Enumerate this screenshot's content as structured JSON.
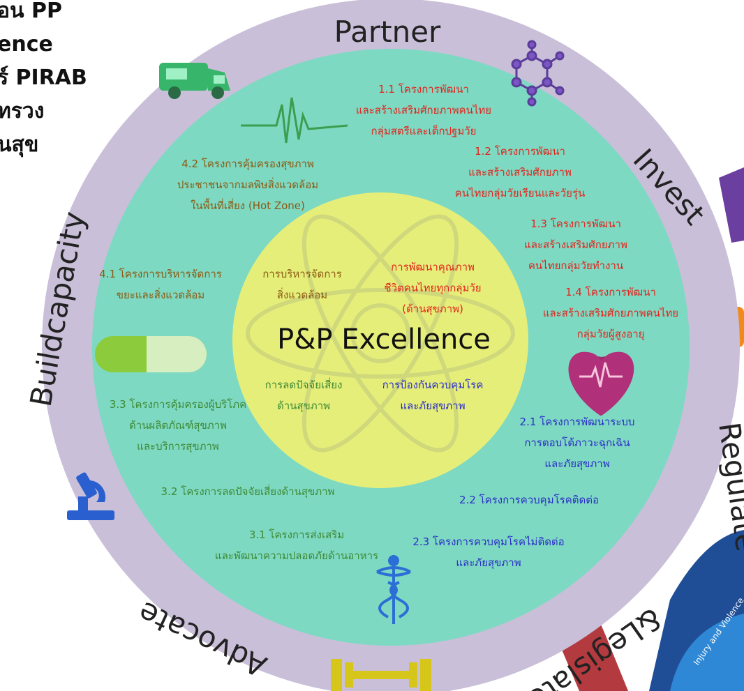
{
  "left_title": {
    "lines": [
      "อน PP",
      "ence",
      "ร์ PIRAB",
      "ทรวง",
      "นสุข"
    ]
  },
  "ring_labels": {
    "partner": "Partner",
    "invest": "Invest",
    "regulate": "Regulate&Legislate",
    "advocate": "Advocate",
    "build": "Buildcapacity"
  },
  "center": {
    "title": "P&P Excellence",
    "quadrants": {
      "env": [
        "การบริหารจัดการ",
        "สิ่งแวดล้อม"
      ],
      "quality": [
        "การพัฒนาคุณภาพ",
        "ชีวิตคนไทยทุกกลุ่มวัย",
        "(ด้านสุขภาพ)"
      ],
      "risk": [
        "การลดปัจจัยเสี่ยง",
        "ด้านสุขภาพ"
      ],
      "disease": [
        "การป้องกันควบคุมโรค",
        "และภัยสุขภาพ"
      ]
    }
  },
  "projects": {
    "p1_1": [
      "1.1 โครงการพัฒนา",
      "และสร้างเสริมศักยภาพคนไทย",
      "กลุ่มสตรีและเด็กปฐมวัย"
    ],
    "p1_2": [
      "1.2 โครงการพัฒนา",
      "และสร้างเสริมศักยภาพ",
      "คนไทยกลุ่มวัยเรียนและวัยรุ่น"
    ],
    "p1_3": [
      "1.3 โครงการพัฒนา",
      "และสร้างเสริมศักยภาพ",
      "คนไทยกลุ่มวัยทำงาน"
    ],
    "p1_4": [
      "1.4 โครงการพัฒนา",
      "และสร้างเสริมศักยภาพคนไทย",
      "กลุ่มวัยผู้สูงอายุ"
    ],
    "p2_1": [
      "2.1 โครงการพัฒนาระบบ",
      "การตอบโต้ภาวะฉุกเฉิน",
      "และภัยสุขภาพ"
    ],
    "p2_2": [
      "2.2 โครงการควบคุมโรคติดต่อ"
    ],
    "p2_3": [
      "2.3 โครงการควบคุมโรคไม่ติดต่อ",
      "และภัยสุขภาพ"
    ],
    "p3_1": [
      "3.1 โครงการส่งเสริม",
      "และพัฒนาความปลอดภัยด้านอาหาร"
    ],
    "p3_2": [
      "3.2 โครงการลดปัจจัยเสี่ยงด้านสุขภาพ"
    ],
    "p3_3": [
      "3.3 โครงการคุ้มครองผู้บริโภค",
      "ด้านผลิตภัณฑ์สุขภาพ",
      "และบริการสุขภาพ"
    ],
    "p4_1": [
      "4.1 โครงการบริหารจัดการ",
      "ขยะและสิ่งแวดล้อม"
    ],
    "p4_2": [
      "4.2 โครงการคุ้มครองสุขภาพ",
      "ประชาชนจากมลพิษสิ่งแวดล้อม",
      "ในพื้นที่เสี่ยง (Hot Zone)"
    ]
  },
  "corner_text": "Injury and Violence",
  "colors": {
    "ring": "#c9bfd8",
    "inner": "#7ed9c2",
    "core": "#e6ee7a",
    "red": "#e3231b",
    "brown": "#8a5a12",
    "green": "#3d8a34",
    "blue": "#2a2ec8",
    "purple_tab": "#6a3fa0",
    "orange_tab": "#f18a1c",
    "arrow": "#b33a3f"
  },
  "icons": [
    "ambulance-icon",
    "heartbeat-line-icon",
    "molecule-network-icon",
    "first-aid-kit-icon",
    "heart-pulse-icon",
    "microscope-icon",
    "caduceus-icon",
    "dumbbell-icon",
    "pill-capsule-icon",
    "atom-icon"
  ]
}
